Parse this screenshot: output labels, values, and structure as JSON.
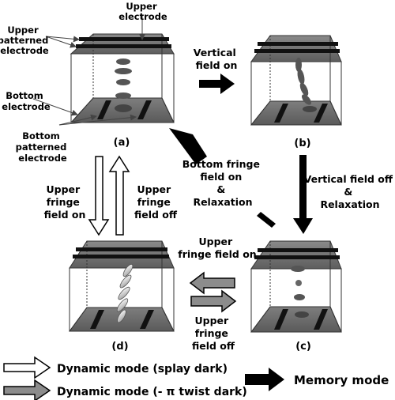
{
  "callouts": {
    "upper_electrode": [
      "Upper",
      "electrode"
    ],
    "upper_patterned_electrode": [
      "Upper",
      "patterned",
      "electrode"
    ],
    "bottom_electrode": [
      "Bottom",
      "electrode"
    ],
    "bottom_patterned_electrode": [
      "Bottom",
      "patterned",
      "electrode"
    ]
  },
  "panels": {
    "a": "(a)",
    "b": "(b)",
    "c": "(c)",
    "d": "(d)"
  },
  "transitions": {
    "a_to_b": [
      "Vertical",
      "field on"
    ],
    "b_to_c": [
      "Vertical field off",
      "&",
      "Relaxation"
    ],
    "c_to_a": [
      "Bottom fringe",
      "field on",
      "&",
      "Relaxation"
    ],
    "a_to_d": [
      "Upper",
      "fringe",
      "field on"
    ],
    "d_to_a": [
      "Upper",
      "fringe",
      "field off"
    ],
    "c_to_d": [
      "Upper",
      "fringe field on"
    ],
    "d_to_c": [
      "Upper",
      "fringe",
      "field off"
    ]
  },
  "legend": {
    "splay": "Dynamic mode (splay dark)",
    "twist": "Dynamic mode (- π twist dark)",
    "memory": "Memory mode"
  },
  "colors": {
    "ink": "#000000",
    "electrode_gray": "#6e6e6e",
    "arrow_gray": "#8c8c8c",
    "lc_dark": "#444444"
  }
}
